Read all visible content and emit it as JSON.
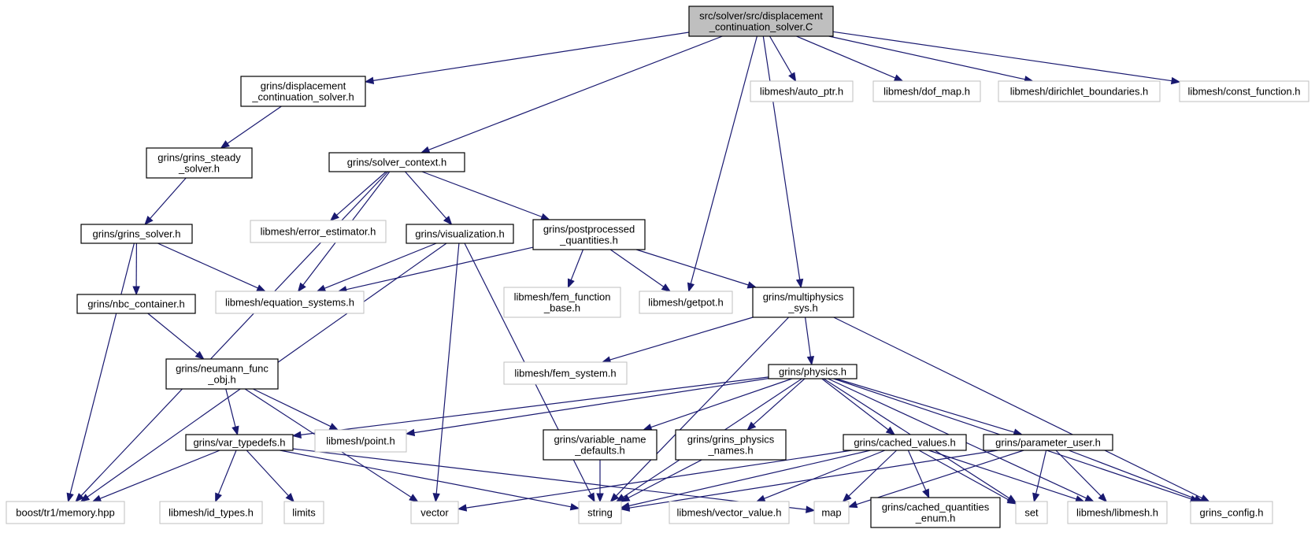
{
  "colors": {
    "edge": "#191970",
    "root_fill": "#bfbfbf",
    "doc_border": "#000000",
    "external_border": "#bfbfbf"
  },
  "nodes": [
    {
      "id": "root",
      "kind": "root",
      "lines": [
        "src/solver/src/displacement",
        "_continuation_solver.C"
      ]
    },
    {
      "id": "dcs_h",
      "kind": "doc",
      "lines": [
        "grins/displacement",
        "_continuation_solver.h"
      ]
    },
    {
      "id": "auto_ptr",
      "kind": "ext",
      "lines": [
        "libmesh/auto_ptr.h"
      ]
    },
    {
      "id": "dof_map",
      "kind": "ext",
      "lines": [
        "libmesh/dof_map.h"
      ]
    },
    {
      "id": "dirichlet",
      "kind": "ext",
      "lines": [
        "libmesh/dirichlet_boundaries.h"
      ]
    },
    {
      "id": "const_fn",
      "kind": "ext",
      "lines": [
        "libmesh/const_function.h"
      ]
    },
    {
      "id": "steady",
      "kind": "doc",
      "lines": [
        "grins/grins_steady",
        "_solver.h"
      ]
    },
    {
      "id": "solver_ctx",
      "kind": "doc",
      "lines": [
        "grins/solver_context.h"
      ]
    },
    {
      "id": "grins_solver",
      "kind": "doc",
      "lines": [
        "grins/grins_solver.h"
      ]
    },
    {
      "id": "err_est",
      "kind": "ext",
      "lines": [
        "libmesh/error_estimator.h"
      ]
    },
    {
      "id": "visual",
      "kind": "doc",
      "lines": [
        "grins/visualization.h"
      ]
    },
    {
      "id": "postproc",
      "kind": "doc",
      "lines": [
        "grins/postprocessed",
        "_quantities.h"
      ]
    },
    {
      "id": "nbc",
      "kind": "doc",
      "lines": [
        "grins/nbc_container.h"
      ]
    },
    {
      "id": "eq_sys",
      "kind": "ext",
      "lines": [
        "libmesh/equation_systems.h"
      ]
    },
    {
      "id": "fem_fn",
      "kind": "ext",
      "lines": [
        "libmesh/fem_function",
        "_base.h"
      ]
    },
    {
      "id": "getpot",
      "kind": "ext",
      "lines": [
        "libmesh/getpot.h"
      ]
    },
    {
      "id": "multiphys",
      "kind": "doc",
      "lines": [
        "grins/multiphysics",
        "_sys.h"
      ]
    },
    {
      "id": "neumann",
      "kind": "doc",
      "lines": [
        "grins/neumann_func",
        "_obj.h"
      ]
    },
    {
      "id": "fem_sys",
      "kind": "ext",
      "lines": [
        "libmesh/fem_system.h"
      ]
    },
    {
      "id": "physics",
      "kind": "doc",
      "lines": [
        "grins/physics.h"
      ]
    },
    {
      "id": "var_td",
      "kind": "doc",
      "lines": [
        "grins/var_typedefs.h"
      ]
    },
    {
      "id": "point",
      "kind": "ext",
      "lines": [
        "libmesh/point.h"
      ]
    },
    {
      "id": "var_name",
      "kind": "doc",
      "lines": [
        "grins/variable_name",
        "_defaults.h"
      ]
    },
    {
      "id": "phys_names",
      "kind": "doc",
      "lines": [
        "grins/grins_physics",
        "_names.h"
      ]
    },
    {
      "id": "cached_vals",
      "kind": "doc",
      "lines": [
        "grins/cached_values.h"
      ]
    },
    {
      "id": "param_user",
      "kind": "doc",
      "lines": [
        "grins/parameter_user.h"
      ]
    },
    {
      "id": "boost_mem",
      "kind": "ext",
      "lines": [
        "boost/tr1/memory.hpp"
      ]
    },
    {
      "id": "id_types",
      "kind": "ext",
      "lines": [
        "libmesh/id_types.h"
      ]
    },
    {
      "id": "limits",
      "kind": "ext",
      "lines": [
        "limits"
      ]
    },
    {
      "id": "vector",
      "kind": "ext",
      "lines": [
        "vector"
      ]
    },
    {
      "id": "string",
      "kind": "ext",
      "lines": [
        "string"
      ]
    },
    {
      "id": "vec_value",
      "kind": "ext",
      "lines": [
        "libmesh/vector_value.h"
      ]
    },
    {
      "id": "map",
      "kind": "ext",
      "lines": [
        "map"
      ]
    },
    {
      "id": "cq_enum",
      "kind": "doc",
      "lines": [
        "grins/cached_quantities",
        "_enum.h"
      ]
    },
    {
      "id": "set",
      "kind": "ext",
      "lines": [
        "set"
      ]
    },
    {
      "id": "libmesh",
      "kind": "ext",
      "lines": [
        "libmesh/libmesh.h"
      ]
    },
    {
      "id": "grins_cfg",
      "kind": "ext",
      "lines": [
        "grins_config.h"
      ]
    }
  ],
  "edges": [
    [
      "root",
      "dcs_h"
    ],
    [
      "root",
      "solver_ctx"
    ],
    [
      "root",
      "getpot"
    ],
    [
      "root",
      "multiphys"
    ],
    [
      "root",
      "auto_ptr"
    ],
    [
      "root",
      "dof_map"
    ],
    [
      "root",
      "dirichlet"
    ],
    [
      "root",
      "const_fn"
    ],
    [
      "dcs_h",
      "steady"
    ],
    [
      "steady",
      "grins_solver"
    ],
    [
      "grins_solver",
      "boost_mem"
    ],
    [
      "grins_solver",
      "eq_sys"
    ],
    [
      "grins_solver",
      "nbc"
    ],
    [
      "solver_ctx",
      "boost_mem"
    ],
    [
      "solver_ctx",
      "eq_sys"
    ],
    [
      "solver_ctx",
      "err_est"
    ],
    [
      "solver_ctx",
      "visual"
    ],
    [
      "solver_ctx",
      "postproc"
    ],
    [
      "visual",
      "eq_sys"
    ],
    [
      "visual",
      "boost_mem"
    ],
    [
      "visual",
      "vector"
    ],
    [
      "visual",
      "string"
    ],
    [
      "postproc",
      "eq_sys"
    ],
    [
      "postproc",
      "fem_fn"
    ],
    [
      "postproc",
      "getpot"
    ],
    [
      "postproc",
      "multiphys"
    ],
    [
      "nbc",
      "neumann"
    ],
    [
      "neumann",
      "var_td"
    ],
    [
      "neumann",
      "point"
    ],
    [
      "neumann",
      "vector"
    ],
    [
      "multiphys",
      "fem_sys"
    ],
    [
      "multiphys",
      "physics"
    ],
    [
      "multiphys",
      "string"
    ],
    [
      "multiphys",
      "grins_cfg"
    ],
    [
      "physics",
      "var_td"
    ],
    [
      "physics",
      "point"
    ],
    [
      "physics",
      "var_name"
    ],
    [
      "physics",
      "phys_names"
    ],
    [
      "physics",
      "cached_vals"
    ],
    [
      "physics",
      "param_user"
    ],
    [
      "physics",
      "string"
    ],
    [
      "physics",
      "set"
    ],
    [
      "physics",
      "libmesh"
    ],
    [
      "physics",
      "grins_cfg"
    ],
    [
      "var_td",
      "boost_mem"
    ],
    [
      "var_td",
      "id_types"
    ],
    [
      "var_td",
      "limits"
    ],
    [
      "var_td",
      "string"
    ],
    [
      "var_td",
      "map"
    ],
    [
      "var_name",
      "string"
    ],
    [
      "phys_names",
      "string"
    ],
    [
      "cached_vals",
      "vector"
    ],
    [
      "cached_vals",
      "string"
    ],
    [
      "cached_vals",
      "vec_value"
    ],
    [
      "cached_vals",
      "map"
    ],
    [
      "cached_vals",
      "cq_enum"
    ],
    [
      "cached_vals",
      "set"
    ],
    [
      "cached_vals",
      "libmesh"
    ],
    [
      "param_user",
      "string"
    ],
    [
      "param_user",
      "map"
    ],
    [
      "param_user",
      "set"
    ],
    [
      "param_user",
      "libmesh"
    ],
    [
      "param_user",
      "grins_cfg"
    ]
  ]
}
